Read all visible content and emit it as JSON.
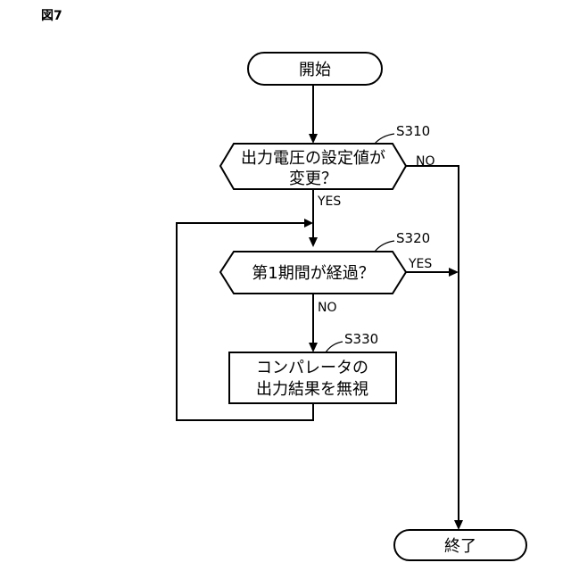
{
  "figure_label": "図7",
  "nodes": {
    "start": "開始",
    "s310": {
      "step": "S310",
      "line1": "出力電圧の設定値が",
      "line2": "変更？"
    },
    "s320": {
      "step": "S320",
      "text": "第1期間が経過？"
    },
    "s330": {
      "step": "S330",
      "line1": "コンパレータの",
      "line2": "出力結果を無視"
    },
    "end": "終了"
  },
  "branches": {
    "s310_yes": "YES",
    "s310_no": "NO",
    "s320_yes": "YES",
    "s320_no": "NO"
  }
}
